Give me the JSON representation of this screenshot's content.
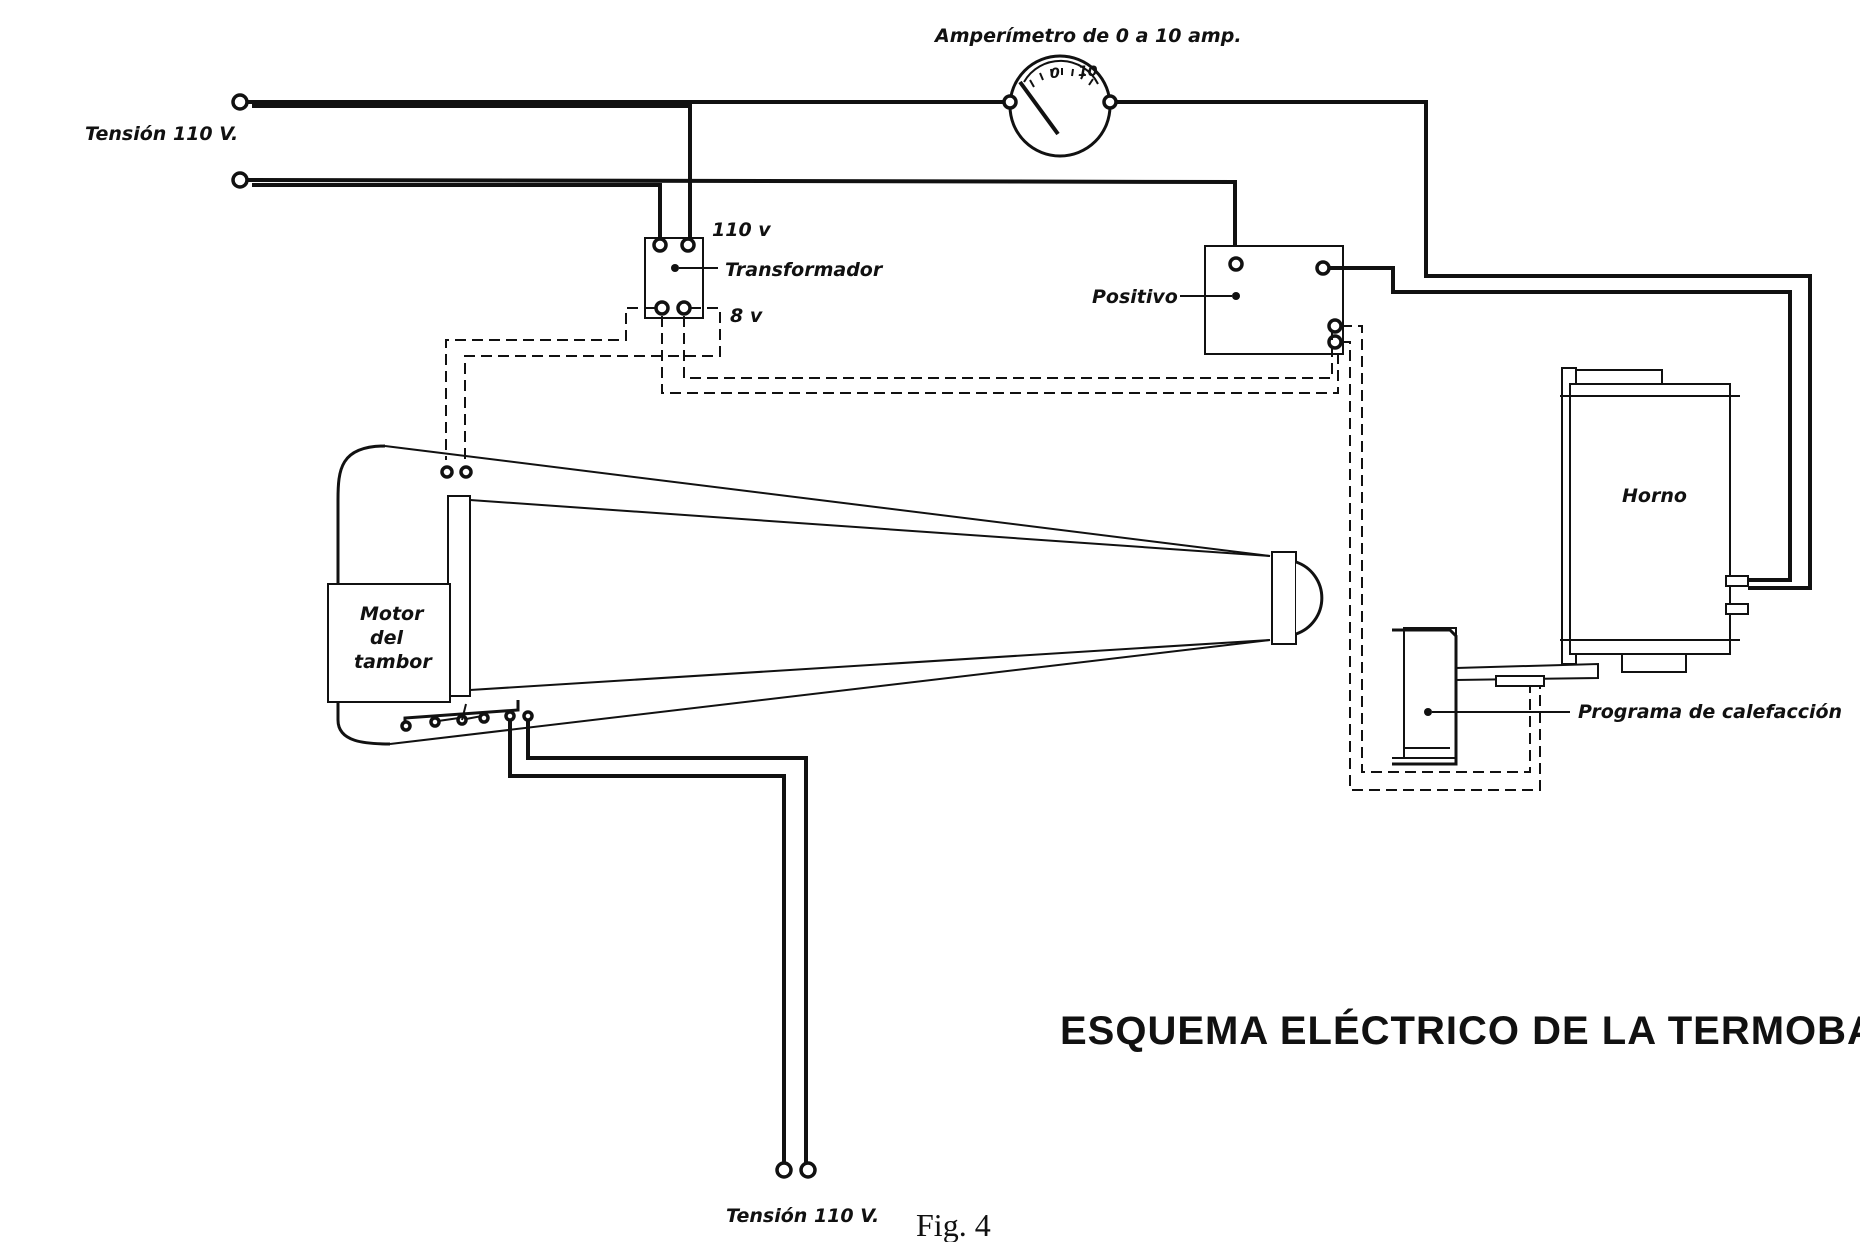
{
  "diagram": {
    "title": "Esquema eléctrico de la termobalanza",
    "figure_caption": "Fig. 4",
    "labels": {
      "ammeter": "Amperímetro de 0 a 10 amp.",
      "supply_top": "Tensión 110 V.",
      "supply_bottom": "Tensión 110 V.",
      "transformer": "Transformador",
      "transformer_primary": "110 v",
      "transformer_secondary": "8 v",
      "positive": "Positivo",
      "furnace": "Horno",
      "drum_motor_line1": "Motor",
      "drum_motor_line2": "del",
      "drum_motor_line3": "tambor",
      "heating_program": "Programa de calefacción"
    },
    "ammeter_scale": {
      "min": 0,
      "max": 10
    }
  }
}
